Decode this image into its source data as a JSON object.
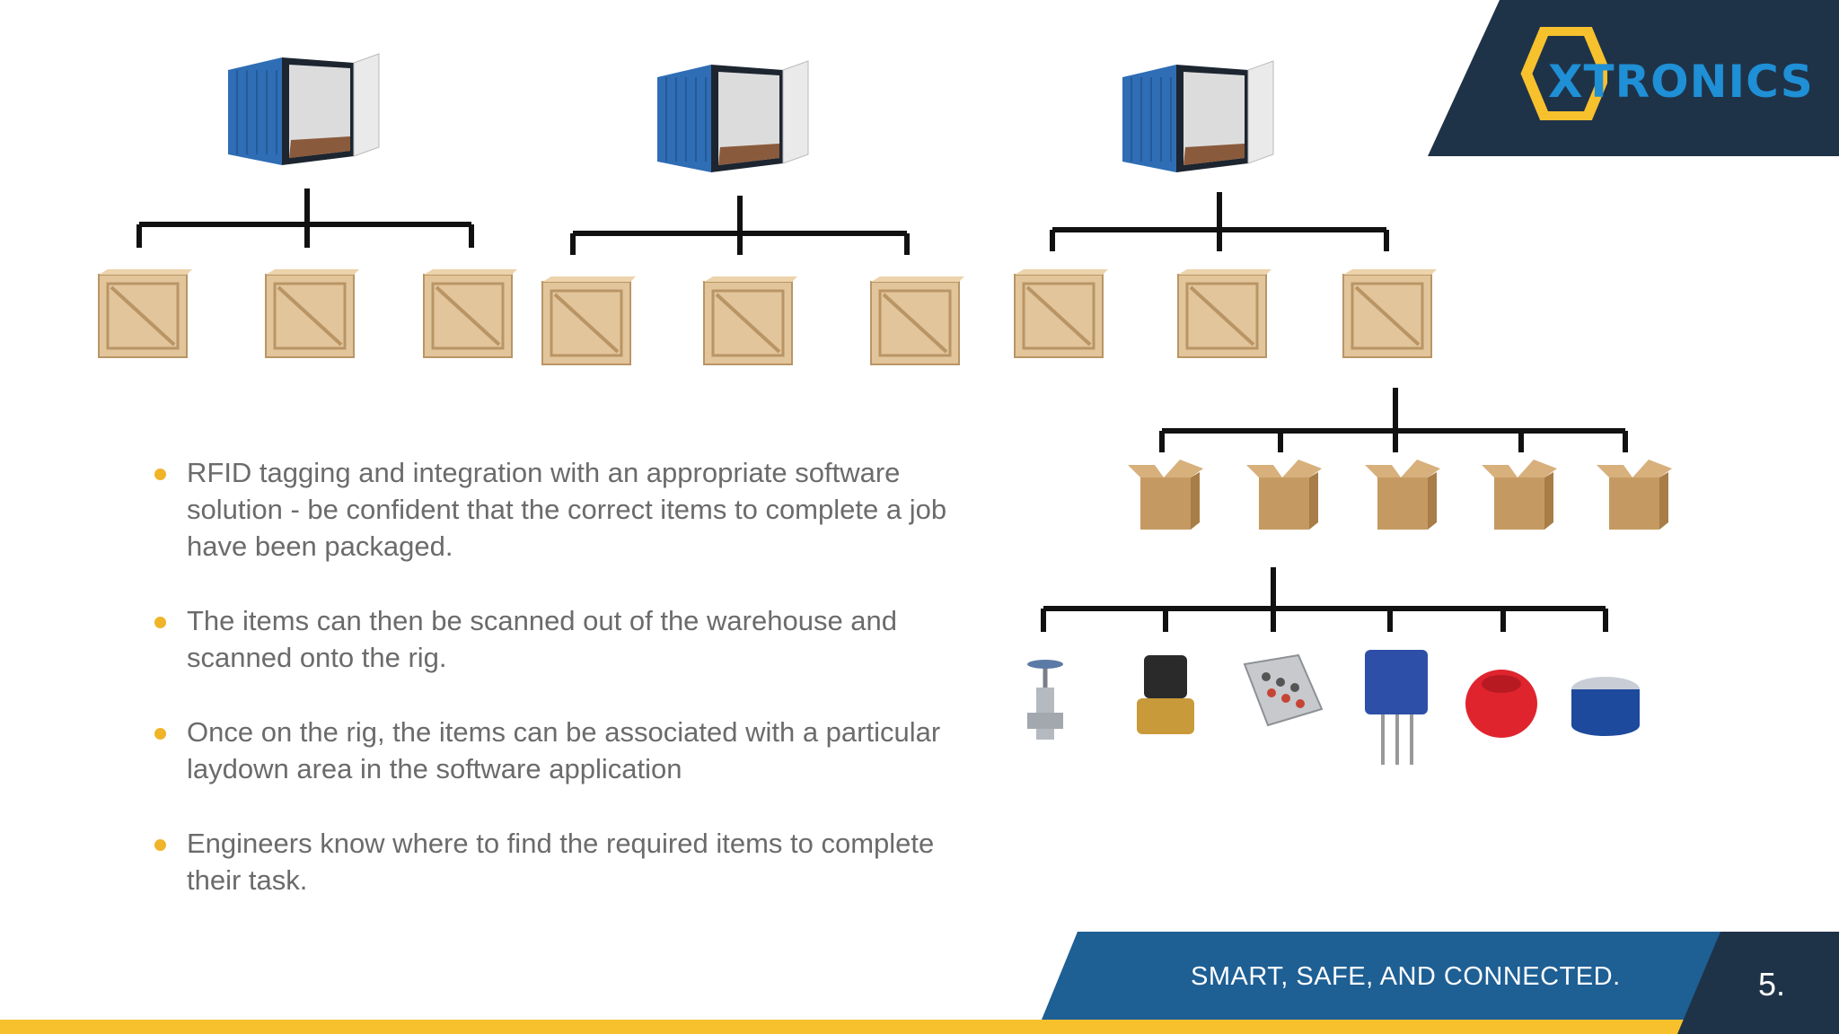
{
  "brand": {
    "name": "XTRONICS",
    "colors": {
      "navy": "#1f3348",
      "blue": "#1e5f94",
      "yellow": "#f6c12d",
      "logo_blue": "#1f8fd6"
    }
  },
  "bullets": [
    {
      "text": "RFID tagging and integration with an appropriate software solution - be confident that the correct items to complete a job have been packaged."
    },
    {
      "text": "The items can then be scanned out of the warehouse and scanned onto the rig."
    },
    {
      "text": "Once on the rig, the items can be associated with a particular laydown area in the software application"
    },
    {
      "text": "Engineers know where to find the required items to complete their task."
    }
  ],
  "footer": {
    "tagline": "SMART, SAFE, AND CONNECTED.",
    "page_number": "5."
  },
  "icons": {
    "container": "shipping-container-icon",
    "crate": "wooden-crate-icon",
    "box": "cardboard-box-icon",
    "valve": "gate-valve-icon",
    "solenoid": "solenoid-valve-icon",
    "panel": "control-panel-icon",
    "sensor": "sensor-enclosure-icon",
    "red_part": "red-fitting-icon",
    "blue_part": "blue-bearing-icon"
  }
}
